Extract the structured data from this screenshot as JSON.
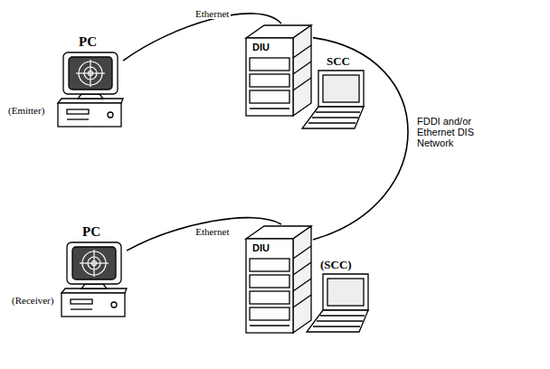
{
  "diagram": {
    "nodes": [
      {
        "text": [
          "PC",
          "(Emitter)"
        ]
      },
      {
        "text": [
          "DIU"
        ]
      },
      {
        "text": [
          "SCC"
        ]
      },
      {
        "text": [
          "PC",
          "(Receiver)"
        ]
      },
      {
        "text": [
          "DIU"
        ]
      },
      {
        "text": [
          "(SCC)"
        ]
      }
    ],
    "edges": [
      {
        "from": 0,
        "to": 1,
        "arrow": "none",
        "label": "Ethernet"
      },
      {
        "from": 1,
        "to": 4,
        "arrow": "none",
        "label": "FDDI and/or Ethernet DIS Network"
      },
      {
        "from": 3,
        "to": 4,
        "arrow": "none",
        "label": "Ethernet"
      }
    ]
  }
}
